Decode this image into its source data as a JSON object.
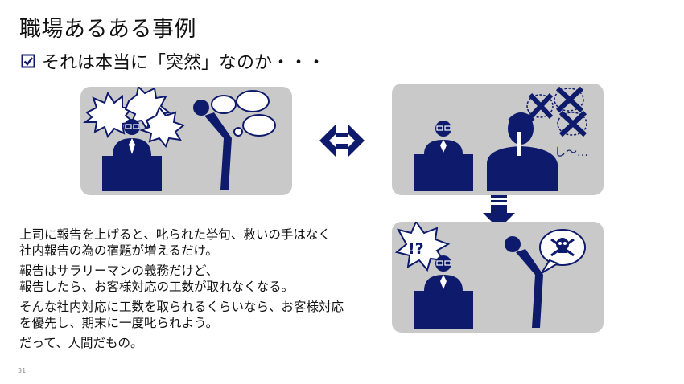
{
  "slide": {
    "title": "職場あるある事例",
    "subtitle": "それは本当に「突然」なのか・・・",
    "paragraphs": [
      "上司に報告を上げると、叱られた挙句、救いの手はなく\n社内報告の為の宿題が増えるだけ。",
      "報告はサラリーマンの義務だけど、\n報告したら、お客様対応の工数が取れなくなる。",
      "そんな社内対応に工数を取られるくらいなら、お客様対応\nを優先し、期末に一度叱られよう。",
      "だって、人間だもの。"
    ],
    "page_number": "31",
    "illustrations": {
      "panel2_speech": "し～…",
      "panel3_burst": "!?"
    },
    "colors": {
      "navy": "#0e1a6b",
      "panel_gray": "#c9c9c9"
    },
    "icons": [
      "checkbox-icon",
      "swap-arrows-icon",
      "down-arrow-icon",
      "skull-icon"
    ]
  }
}
